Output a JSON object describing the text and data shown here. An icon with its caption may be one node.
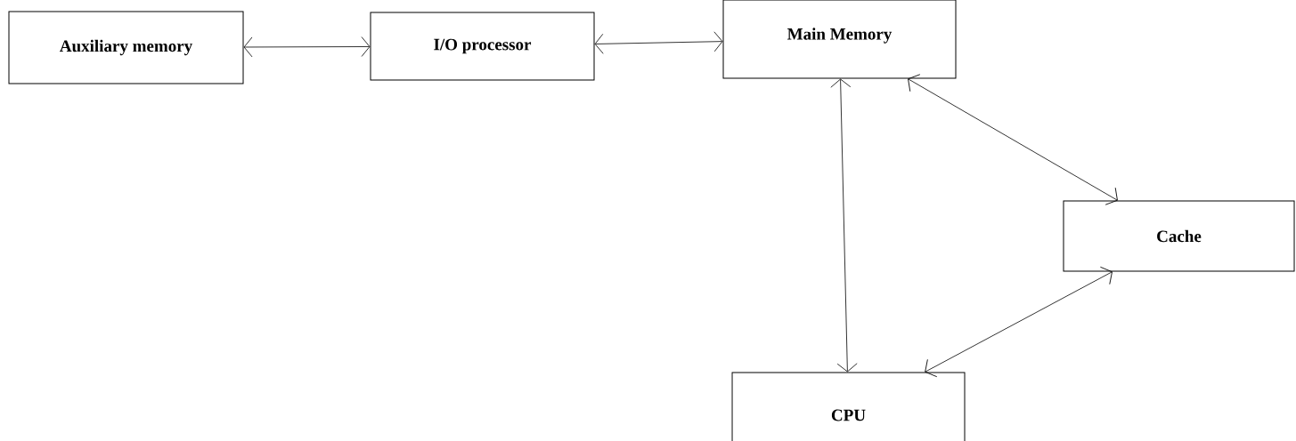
{
  "diagram": {
    "nodes": [
      {
        "text": [
          "Auxiliary memory"
        ]
      },
      {
        "text": [
          "I/O processor"
        ]
      },
      {
        "text": [
          "Main Memory"
        ]
      },
      {
        "text": [
          "Cache"
        ]
      },
      {
        "text": [
          "CPU"
        ]
      }
    ],
    "edges": [
      {
        "from": 0,
        "to": 1,
        "arrow": "both"
      },
      {
        "from": 1,
        "to": 2,
        "arrow": "both"
      },
      {
        "from": 2,
        "to": 3,
        "arrow": "both"
      },
      {
        "from": 2,
        "to": 4,
        "arrow": "both"
      },
      {
        "from": 3,
        "to": 4,
        "arrow": "both"
      }
    ]
  }
}
